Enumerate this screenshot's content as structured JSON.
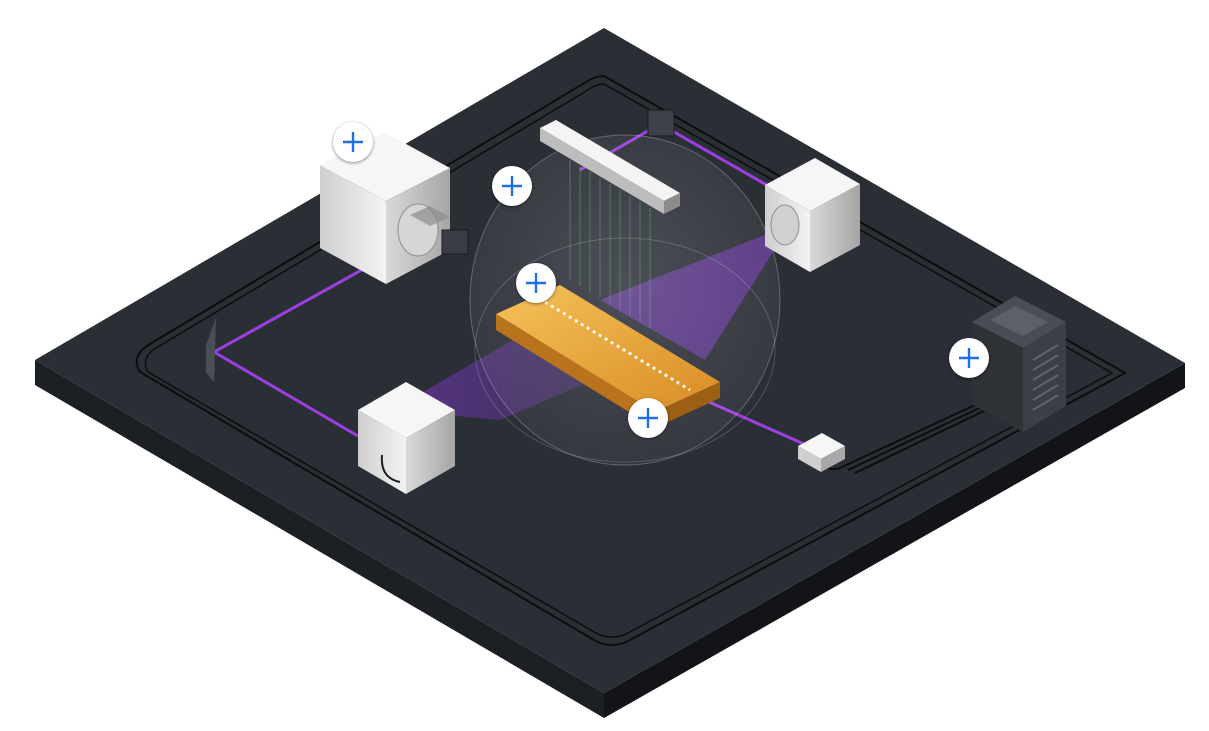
{
  "scene": {
    "colors": {
      "platform_top": "#2a2e35",
      "platform_side_left": "#1c1f24",
      "platform_side_right": "#15171b",
      "laser": "#9b3fe0",
      "chip": "#e8a33a",
      "device_light": "#f2f2f2",
      "device_mid": "#c9c9c9",
      "device_dark": "#9a9a9a",
      "server": "#3a3d42",
      "hotspot_bg": "#ffffff",
      "hotspot_plus": "#1f6fe5"
    },
    "components": [
      {
        "name": "laser-source-left",
        "icon": "cube-device-icon"
      },
      {
        "name": "beam-expander-right",
        "icon": "cube-device-icon"
      },
      {
        "name": "camera-lower-left",
        "icon": "cube-device-icon"
      },
      {
        "name": "small-detector",
        "icon": "cube-device-icon"
      },
      {
        "name": "beam-bar",
        "icon": "bar-optic-icon"
      },
      {
        "name": "ion-trap-chip",
        "icon": "chip-icon"
      },
      {
        "name": "vacuum-chamber",
        "icon": "dome-icon"
      },
      {
        "name": "server-rack",
        "icon": "server-rack-icon"
      },
      {
        "name": "mirror",
        "icon": "mirror-icon"
      }
    ],
    "hotspots": [
      {
        "name": "hotspot-laser-source",
        "icon": "plus-icon"
      },
      {
        "name": "hotspot-beam-optics",
        "icon": "plus-icon"
      },
      {
        "name": "hotspot-trap-chip",
        "icon": "plus-icon"
      },
      {
        "name": "hotspot-vacuum-chamber",
        "icon": "plus-icon"
      },
      {
        "name": "hotspot-control-server",
        "icon": "plus-icon"
      }
    ]
  }
}
